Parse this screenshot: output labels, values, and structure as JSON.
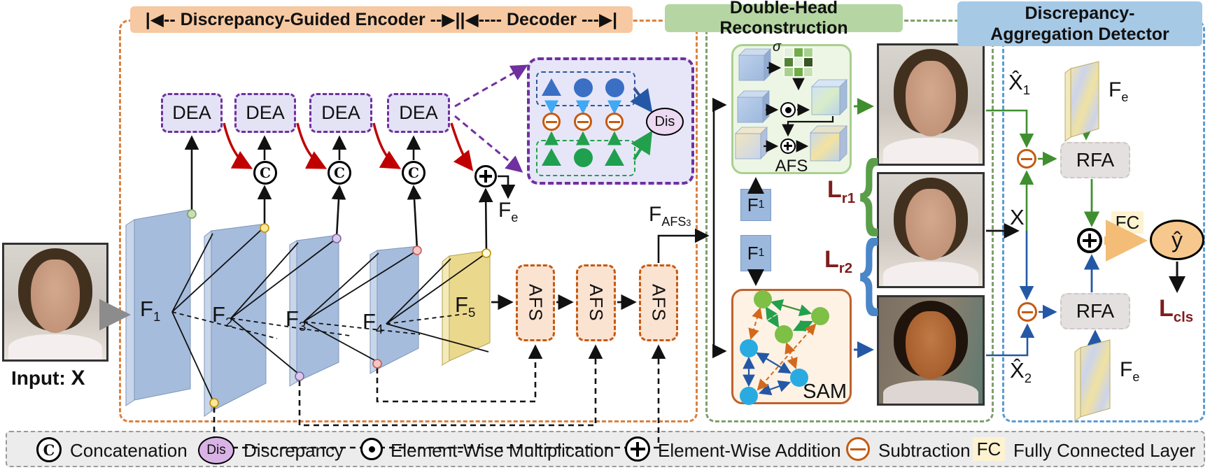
{
  "headers": {
    "encoder_bar": "|◀--  Discrepancy-Guided Encoder  --▶||◀----  Decoder  ---▶|",
    "reconstruction": "Double-Head Reconstruction",
    "detector_line1": "Discrepancy-",
    "detector_line2": "Aggregation Detector"
  },
  "input": {
    "label": "Input:",
    "var": "X"
  },
  "encoder": {
    "dea": [
      "DEA",
      "DEA",
      "DEA",
      "DEA"
    ],
    "concat_symbol": "C",
    "features": [
      {
        "base": "F",
        "sub": "1"
      },
      {
        "base": "F",
        "sub": "2"
      },
      {
        "base": "F",
        "sub": "3"
      },
      {
        "base": "F",
        "sub": "4"
      },
      {
        "base": "F",
        "sub": "5"
      }
    ],
    "fe": {
      "base": "F",
      "sub": "e"
    },
    "afs_blocks": [
      "AFS",
      "AFS",
      "AFS"
    ],
    "fafs3": {
      "base": "F",
      "sub": "AFS",
      "subsub": "3"
    },
    "dis_label": "Dis"
  },
  "reconstruction": {
    "sigma": "σ",
    "afs_label": "AFS",
    "f1_top": {
      "base": "F",
      "sub": "1"
    },
    "f1_bottom": {
      "base": "F",
      "sub": "1"
    },
    "sam_label": "SAM",
    "lr1": {
      "base": "L",
      "sub": "r1"
    },
    "lr2": {
      "base": "L",
      "sub": "r2"
    }
  },
  "detector": {
    "xhat1": {
      "base": "X̂",
      "sub": "1"
    },
    "x": "X",
    "xhat2": {
      "base": "X̂",
      "sub": "2"
    },
    "fe_top": {
      "base": "F",
      "sub": "e"
    },
    "fe_bottom": {
      "base": "F",
      "sub": "e"
    },
    "rfa_top": "RFA",
    "rfa_bottom": "RFA",
    "fc": "FC",
    "yhat": "ŷ",
    "lcls": {
      "base": "L",
      "sub": "cls"
    }
  },
  "legend": {
    "items": [
      {
        "icon": "concatenation-circle-c",
        "symbol_text": "C",
        "label": "Concatenation"
      },
      {
        "icon": "discrepancy-circle",
        "symbol_text": "Dis",
        "label": "Discrepancy"
      },
      {
        "icon": "element-wise-multiplication-circle",
        "symbol_text": "",
        "label": "Element-Wise Multiplication"
      },
      {
        "icon": "element-wise-addition-circle",
        "symbol_text": "",
        "label": "Element-Wise Addition"
      },
      {
        "icon": "subtraction-circle",
        "symbol_text": "",
        "label": "Subtraction"
      },
      {
        "icon": "fully-connected-chip",
        "symbol_text": "FC",
        "label": "Fully Connected Layer"
      }
    ]
  },
  "colors": {
    "encoder_header_bg": "#f6c9a2",
    "encoder_border": "#d9813f",
    "reconstruction_header_bg": "#b5d6a2",
    "reconstruction_border": "#7f9f6b",
    "detector_header_bg": "#a6c9e6",
    "detector_border": "#5b9bd5",
    "dea_purple": "#7030a0",
    "red_arrow": "#c00000",
    "green_arrow": "#3f8f2f",
    "blue_arrow": "#2458a6",
    "orange_symbol": "#c55a11",
    "loss_text": "#7f1d1d",
    "yhat_fill": "#f6c88e"
  }
}
